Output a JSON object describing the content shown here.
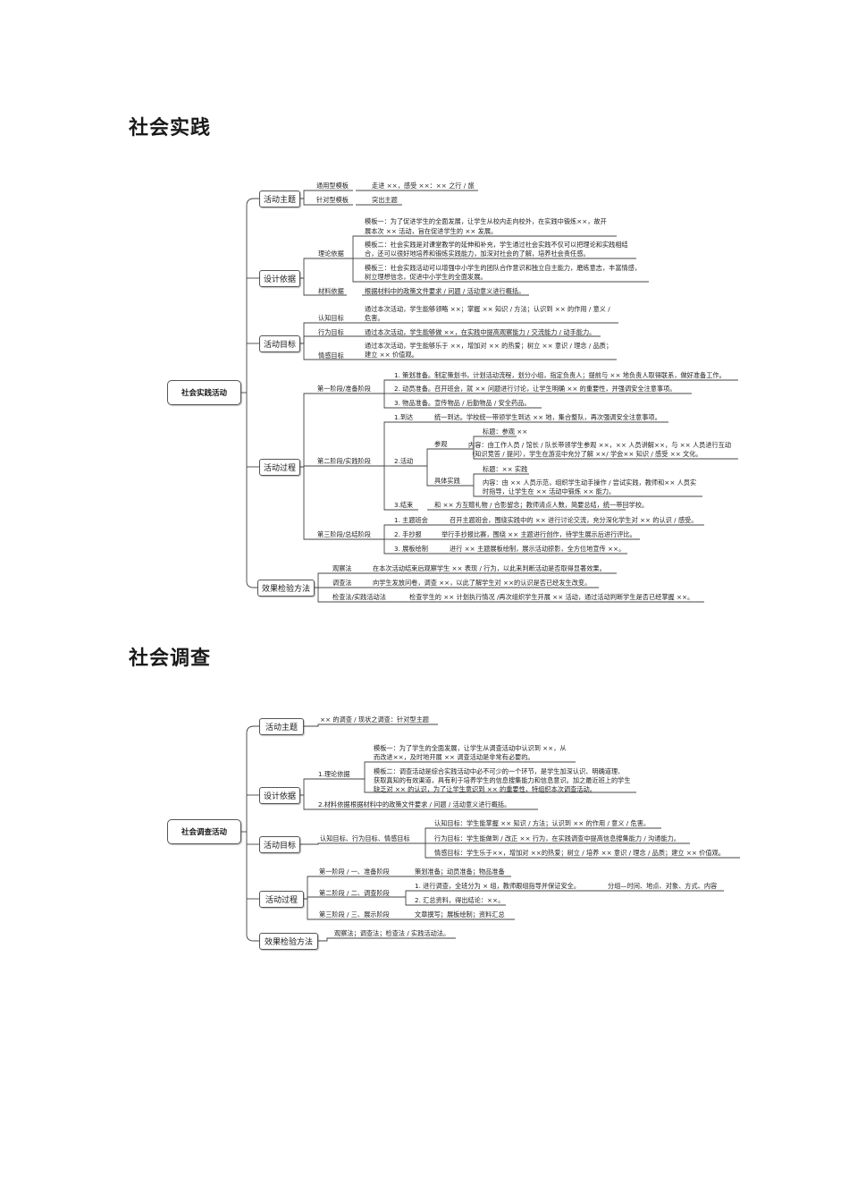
{
  "sections": [
    {
      "heading": "社会实践",
      "root": "社会实践活动",
      "branches": [
        "活动主题",
        "设计依据",
        "活动目标",
        "活动过程",
        "效果检验方法"
      ],
      "nodes": {
        "theme_general_label": "通用型模板",
        "theme_general_text": "走进 ××，感受 ××：×× 之行 / 旅",
        "theme_specific_label": "针对型模板",
        "theme_specific_text": "突出主题",
        "basis_theory_label": "理论依据",
        "basis_tpl1_l1": "模板一：为了促进学生的全面发展，让学生从校内走向校外，在实践中锻炼××，故开",
        "basis_tpl1_l2": "展本次 ×× 活动，旨在促进学生的 ×× 发展。",
        "basis_tpl2_l1": "模板二：社会实践是对课堂教学的延伸和补充，学生通过社会实践不仅可以把理论和实践相结",
        "basis_tpl2_l2": "合，还可以很好地培养和锻炼实践能力，加深对社会的了解，培养社会责任感。",
        "basis_tpl3_l1": "模板三：社会实践活动可以增强中小学生的团队合作意识和独立自主能力，磨练意志，丰富情感，",
        "basis_tpl3_l2": "树立理想信念，促进中小学生的全面发展。",
        "basis_material_label": "材料依据",
        "basis_material_text": "根据材料中的政策文件要求 / 问题 / 活动意义进行概括。",
        "goal_cog_label": "认知目标",
        "goal_cog_l1": "通过本次活动，学生能够领略 ××；掌握 ×× 知识 / 方法；认识到 ×× 的作用 / 意义 /",
        "goal_cog_l2": "危害。",
        "goal_beh_label": "行为目标",
        "goal_beh_text": "通过本次活动，学生能够做 ××，在实践中提高观察能力 / 交流能力 / 动手能力。",
        "goal_emo_label": "情感目标",
        "goal_emo_l1": "通过本次活动，学生能够乐于 ××，增加对 ×× 的热爱；树立 ×× 意识 / 理念 / 品质；",
        "goal_emo_l2": "建立 ×× 价值观。",
        "proc_stage1": "第一阶段/准备阶段",
        "proc_s1_1": "1. 策划准备。制定策划书，计划活动流程，划分小组，指定负责人；提前与 ×× 地负责人取得联系，做好准备工作。",
        "proc_s1_2": "2. 动员准备。召开班会，就 ×× 问题进行讨论，让学生明确 ×× 的重要性，并强调安全注意事项。",
        "proc_s1_3": "3. 物品准备。宣传物品 / 后勤物品 / 安全药品。",
        "proc_stage2": "第二阶段/实践阶段",
        "proc_arrive_label": "1.到达",
        "proc_arrive_text": "统一到达。学校统一带领学生到达 ×× 地，集合整队，再次强调安全注意事项。",
        "proc_activity_label": "2.活动",
        "proc_visit_label": "参观",
        "proc_visit_title": "标题：参观 ××",
        "proc_visit_l1": "内容：由工作人员 / 馆长 / 队长带领学生参观 ××，×× 人员讲解××，与 ×× 人员进行互动",
        "proc_visit_l2": "（知识竞答 / 提问），学生在游览中充分了解 ××/ 学会×× 知识 / 感受 ×× 文化。",
        "proc_practice_label": "具体实践",
        "proc_practice_title": "标题：×× 实践",
        "proc_practice_l1": "内容：由 ×× 人员示范，组织学生动手操作 / 尝试实践，教师和×× 人员实",
        "proc_practice_l2": "时指导，让学生在 ×× 活动中锻炼 ×× 能力。",
        "proc_end_label": "3.结束",
        "proc_end_text": "和 ×× 方互赠礼物 / 合影留念；教师清点人数，简要总结，统一带回学校。",
        "proc_stage3": "第三阶段/总结阶段",
        "proc_s3_1_label": "1. 主题班会",
        "proc_s3_1_text": "召开主题班会，围绕实践中的 ×× 进行讨论交流，充分深化学生对 ×× 的认识 / 感受。",
        "proc_s3_2_label": "2. 手抄报",
        "proc_s3_2_text": "举行手抄报比赛，围绕 ×× 主题进行创作，待学生展示后进行评比。",
        "proc_s3_3_label": "3. 展板绘制",
        "proc_s3_3_text": "进行 ×× 主题展板绘制，展示活动掠影，全方位地宣传 ××。",
        "eval_obs_label": "观察法",
        "eval_obs_text": "在本次活动结束后观察学生 ×× 表现 / 行为，以此来判断活动是否取得显著效果。",
        "eval_survey_label": "调查法",
        "eval_survey_text": "向学生发放问卷，调查 ××，以此了解学生对 ××的认识是否已经发生改变。",
        "eval_check_label": "检查法/实践活动法",
        "eval_check_text": "检查学生的 ×× 计划执行情况 /再次组织学生开展 ×× 活动，通过活动判断学生是否已经掌握 ××。"
      }
    },
    {
      "heading": "社会调查",
      "root": "社会调查活动",
      "branches": [
        "活动主题",
        "设计依据",
        "活动目标",
        "活动过程",
        "效果检验方法"
      ],
      "nodes": {
        "theme_text": "×× 的调查 / 现状之调查：针对型主题",
        "basis_theory_label": "1.理论依据",
        "basis_tpl1_l1": "模板一：为了学生的全面发展，让学生从调查活动中认识到 ××，从",
        "basis_tpl1_l2": "而改进××，及时地开展 ×× 调查活动是非常有必要的。",
        "basis_tpl2_l1": "模板二：调查活动是综合实践活动中必不可少的一个环节，是学生加深认识、明确道理、",
        "basis_tpl2_l2": "获取真知的有效渠道，具有利于培养学生的信息搜集能力和信息意识。加之最近班上的学生",
        "basis_tpl2_l3": "缺乏对 ×× 的认识，为了让学生意识到 ×× 的重要性，特组织本次调查活动。",
        "basis_material_label": "2.材料依据",
        "basis_material_text": "根据材料中的政策文件要求 / 问题 / 活动意义进行概括。",
        "goal_label": "认知目标、行为目标、情感目标",
        "goal_cog": "认知目标：学生能掌握 ×× 知识 / 方法；认识到 ×× 的作用 / 意义 / 危害。",
        "goal_beh": "行为目标：学生能做到 / 改正 ×× 行为，在实践调查中提高信息搜集能力 / 沟通能力。",
        "goal_emo": "情感目标：学生乐于××，增加对 ××的热爱；树立 / 培养 ×× 意识 / 理念 / 品质；建立 ×× 价值观。",
        "proc_stage1": "第一阶段 / 一、准备阶段",
        "proc_stage1_text": "策划准备；动员准备；物品准备",
        "proc_stage2": "第二阶段 / 二、调查阶段",
        "proc_s2_1": "1. 进行调查，全班分为 × 组，教师跟组指导并保证安全。",
        "proc_s2_1_note": "分组—时间、地点、对象、方式、内容",
        "proc_s2_2": "2. 汇总资料，得出结论：××。",
        "proc_stage3": "第三阶段 / 三、展示阶段",
        "proc_stage3_text": "文章撰写；展板绘制；资料汇总",
        "eval_text": "观察法；调查法；检查法 / 实践活动法。"
      }
    }
  ]
}
